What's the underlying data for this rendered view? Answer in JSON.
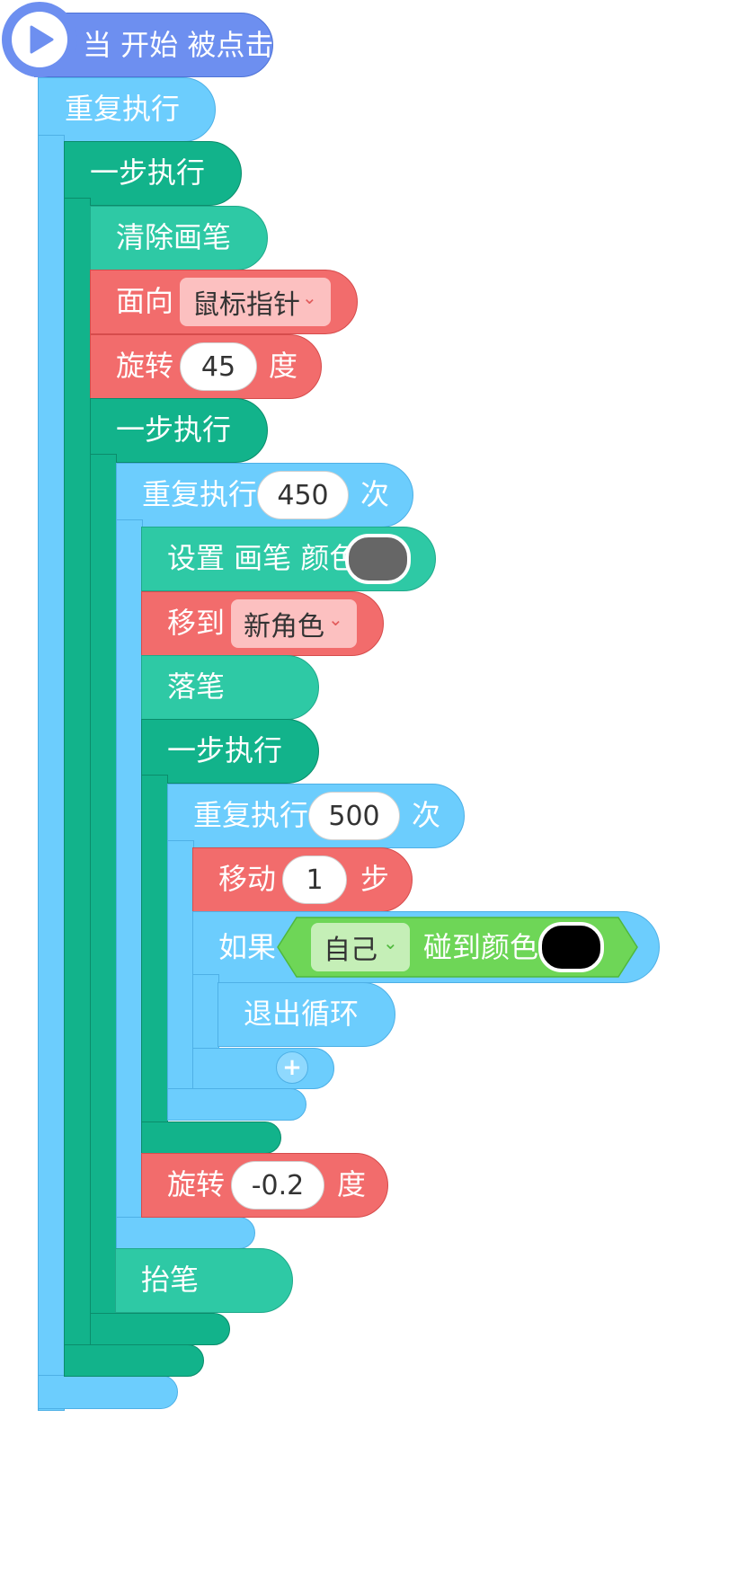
{
  "hat": {
    "label": "当 开始 被点击"
  },
  "repeat_forever": {
    "label": "重复执行"
  },
  "step_exec_1": {
    "label": "一步执行"
  },
  "clear_pen": {
    "label": "清除画笔"
  },
  "face_toward": {
    "label": "面向",
    "value": "鼠标指针"
  },
  "turn_1": {
    "label": "旋转",
    "value": "45",
    "unit": "度"
  },
  "step_exec_2": {
    "label": "一步执行"
  },
  "repeat_450": {
    "label": "重复执行",
    "value": "450",
    "unit": "次"
  },
  "set_pen_color": {
    "label": "设置 画笔 颜色",
    "color": "#666666"
  },
  "move_to": {
    "label": "移到",
    "value": "新角色"
  },
  "pen_down": {
    "label": "落笔"
  },
  "step_exec_3": {
    "label": "一步执行"
  },
  "repeat_500": {
    "label": "重复执行",
    "value": "500",
    "unit": "次"
  },
  "move_steps": {
    "label": "移动",
    "value": "1",
    "unit": "步"
  },
  "if_block": {
    "label": "如果",
    "self_value": "自己",
    "touch_label": "碰到颜色",
    "color": "#000000"
  },
  "break_loop": {
    "label": "退出循环"
  },
  "add_icon": {
    "glyph": "+"
  },
  "turn_2": {
    "label": "旋转",
    "value": "-0.2",
    "unit": "度"
  },
  "pen_up": {
    "label": "抬笔"
  },
  "icons": {
    "chevron": "⌄",
    "play": "play-icon"
  }
}
